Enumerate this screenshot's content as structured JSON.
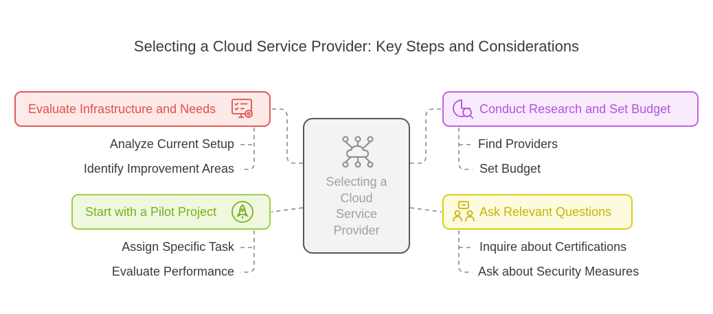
{
  "title": "Selecting a Cloud Service Provider: Key Steps and Considerations",
  "center": {
    "lines": [
      "Selecting a",
      "Cloud",
      "Service",
      "Provider"
    ],
    "icon": "cloud-network-icon"
  },
  "steps": {
    "infrastructure": {
      "label": "Evaluate Infrastructure and Needs",
      "icon": "monitor-checklist-gear-icon",
      "color": "#e25a56",
      "items": [
        "Analyze Current Setup",
        "Identify Improvement Areas"
      ]
    },
    "pilot": {
      "label": "Start with a Pilot Project",
      "icon": "rocket-icon",
      "color": "#9bcf43",
      "items": [
        "Assign Specific Task",
        "Evaluate Performance"
      ]
    },
    "research": {
      "label": "Conduct Research and Set Budget",
      "icon": "pie-chart-magnifier-icon",
      "color": "#c75ee8",
      "items": [
        "Find Providers",
        "Set Budget"
      ]
    },
    "ask": {
      "label": "Ask Relevant Questions",
      "icon": "people-question-icon",
      "color": "#dccc16",
      "items": [
        "Inquire about Certifications",
        "Ask about Security Measures"
      ]
    }
  }
}
